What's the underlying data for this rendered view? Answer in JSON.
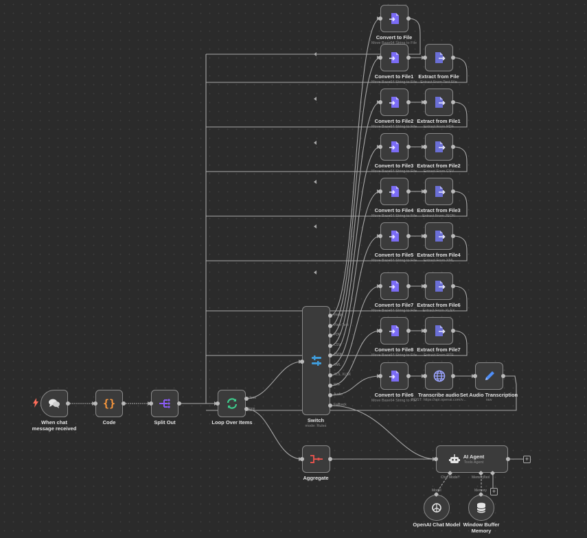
{
  "nodes": {
    "chat_trigger": {
      "title": "When chat message received",
      "icon": "chat-icon"
    },
    "code": {
      "title": "Code",
      "icon": "code-braces-icon"
    },
    "split_out": {
      "title": "Split Out",
      "icon": "split-icon"
    },
    "loop": {
      "title": "Loop Over Items",
      "icon": "loop-icon",
      "outputs": [
        "done",
        "loop"
      ]
    },
    "switch": {
      "title": "Switch",
      "subtitle": "mode: Rules",
      "icon": "switch-icon",
      "outputs": [
        "Image",
        "Plain Text",
        "PDF",
        "CSV",
        "JSON",
        "XML",
        "XLS, XLSX",
        "RTF",
        "Audio",
        "Fallback"
      ]
    },
    "aggregate": {
      "title": "Aggregate",
      "icon": "aggregate-icon"
    },
    "ai_agent": {
      "title": "AI Agent",
      "subtitle": "Tools Agent",
      "icon": "robot-icon",
      "inputs": [
        "Chat Model*",
        "Memory",
        "Tool"
      ]
    },
    "openai_model": {
      "title": "OpenAI Chat Model",
      "port_label": "Model",
      "icon": "openai-icon"
    },
    "memory": {
      "title": "Window Buffer Memory",
      "port_label": "Memory",
      "icon": "database-icon"
    },
    "convert": [
      {
        "title": "Convert to File",
        "subtitle": "Move Base64 String to File"
      },
      {
        "title": "Convert to File1",
        "subtitle": "Move Base64 String to File"
      },
      {
        "title": "Convert to File2",
        "subtitle": "Move Base64 String to File"
      },
      {
        "title": "Convert to File3",
        "subtitle": "Move Base64 String to File"
      },
      {
        "title": "Convert to File4",
        "subtitle": "Move Base64 String to File"
      },
      {
        "title": "Convert to File5",
        "subtitle": "Move Base64 String to File"
      },
      {
        "title": "Convert to File7",
        "subtitle": "Move Base64 String to File"
      },
      {
        "title": "Convert to File8",
        "subtitle": "Move Base64 String to File"
      },
      {
        "title": "Convert to File6",
        "subtitle": "Move Base64 String to File"
      }
    ],
    "extract": [
      {
        "title": "Extract from File",
        "subtitle": "Extract From Text File"
      },
      {
        "title": "Extract from File1",
        "subtitle": "Extract From PDF"
      },
      {
        "title": "Extract from File2",
        "subtitle": "Extract From CSV"
      },
      {
        "title": "Extract from File3",
        "subtitle": "Extract From JSON"
      },
      {
        "title": "Extract from File4",
        "subtitle": "Extract From XML"
      },
      {
        "title": "Extract from File6",
        "subtitle": "Extract From XLSX"
      },
      {
        "title": "Extract from File7",
        "subtitle": "Extract From RTF"
      }
    ],
    "transcribe": {
      "title": "Transcribe audio",
      "subtitle": "POST: https://api.openai.com/v...",
      "icon": "globe-icon"
    },
    "set_transcription": {
      "title": "Set Audio Transcription",
      "subtitle": "raw",
      "icon": "pen-icon"
    }
  },
  "colors": {
    "convert_icon": "#7b6cf6",
    "extract_icon": "#6b6fd6",
    "code_icon": "#ff9a3c",
    "loop_icon": "#3ecf8e",
    "switch_icon": "#3f9bd9",
    "aggregate_icon": "#e0524c",
    "split_icon": "#8b5cf6",
    "globe_icon": "#9aa3ff",
    "pen_icon": "#4f8ef7",
    "trigger_bolt": "#ff6d5a"
  }
}
